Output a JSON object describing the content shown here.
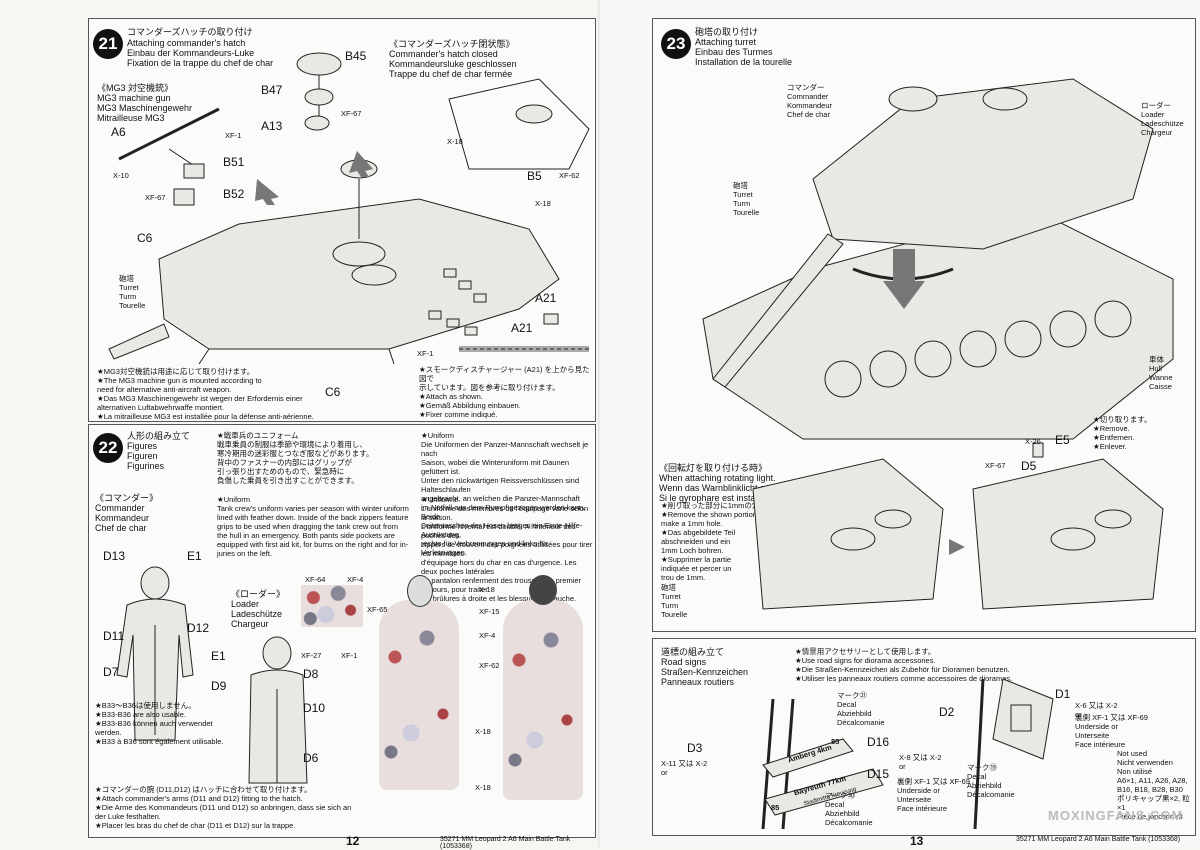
{
  "left_page": {
    "step21": {
      "number": "21",
      "title_jp": "コマンダーズハッチの取り付け",
      "title_en": "Attaching commander's hatch",
      "title_de": "Einbau der Kommandeurs-Luke",
      "title_fr": "Fixation de la trappe du chef de char",
      "closed_title": "《コマンダーズハッチ閉状態》\nCommander's hatch closed\nKommandeursluke geschlossen\nTrappe du chef de char fermée",
      "mg3_title": "《MG3 対空機銃》\nMG3 machine gun\nMG3 Maschinengewehr\nMitrailleuse MG3",
      "parts": [
        "B45",
        "B47",
        "A13",
        "A6",
        "B51",
        "B52",
        "C6",
        "B5",
        "A21",
        "A21",
        "C6"
      ],
      "paints": [
        "XF-67",
        "XF-1",
        "X-10",
        "XF-67",
        "X-18",
        "XF-62",
        "X-18",
        "XF-1"
      ],
      "turret_label": "砲塔\nTurret\nTurm\nTourelle",
      "note_mg3": "★MG3対空機銃は用途に応じて取り付けます。\n★The MG3 machine gun is mounted according to\nneed for alternative anti-aircraft weapon.\n★Das MG3 Maschinengewehr ist wegen der Erfordernis einer\nalternativen Luftabwehrwaffe montiert.\n★La mitrailleuse MG3 est installée pour la défense anti-aérienne.",
      "note_smoke": "★スモークディスチャージャー (A21) を上から見た図で\n示しています。図を参考に取り付けます。\n★Attach as shown.\n★Gemäß Abbildung einbauen.\n★Fixer comme indiqué."
    },
    "step22": {
      "number": "22",
      "title": "人形の組み立て\nFigures\nFiguren\nFigurines",
      "commander_title": "《コマンダー》\nCommander\nKommandeur\nChef de char",
      "loader_title": "《ローダー》\nLoader\nLadeschütze\nChargeur",
      "uniform_jp": "★戦車兵のユニフォーム\n戦車乗員の制服は季節や環境により着用し、\n寒冷期用の迷彩服とつなぎ服などがあります。\n背中のファスナーの内部にはグリップが\n引っ張り出すためのもので、緊急時に\n負傷した乗員を引き出すことができます。",
      "uniform_en": "★Uniform\nTank crew's uniform varies per season with winter uniform\nlined with feather down. Inside of the back zippers feature\ngrips to be used when dragging the tank crew out from\nthe hull in an emergency. Both pants side pockets are\nequipped with first aid kit, for burns on the right and for in-\njuries on the left.",
      "uniform_de": "★Uniform\nDie Uniformen der Panzer-Mannschaft wechselt je nach\nSaison, wobei die Winteruniform mit Daunen gefüttert ist.\nUnter den rückwärtigen Reissverschlüssen sind Halteschlaufen\nangebracht, an welchen die Panzer-Mannschaft\nim Notfall aus dem Rumpf gezogen werden kann. Beide\nSeitentaschen der Hosen bergen ein Erste-Hilfe-Ausrüstung,\nrechts für Verbrennungen und links für Verletzungen.",
      "uniform_fr": "★Uniforme\nL'uniforme des membres de l'équipage varie selon la saison.\nL'uniforme hivernal est doublé. A l'intérieur des poches des\nzippers se trouvent des poignées utilisées pour tirer les membres\nd'équipage hors du char en cas d'urgence. Les deux poches latérales\ndu pantalon renferment des trousses de premier secours, pour traiter\nles brûlures à droite et les blessures à gauche.",
      "parts": [
        "D13",
        "E1",
        "D11",
        "D12",
        "D7",
        "E1",
        "D9",
        "D8",
        "D10",
        "D6"
      ],
      "paints": [
        "XF-64",
        "XF-4",
        "XF-65",
        "XF-27",
        "XF-1",
        "X-18",
        "XF-15",
        "XF-4",
        "XF-62",
        "X-18",
        "X-18"
      ],
      "note_b33": "★B33〜B36は使用しません。\n★B33-B36 are also usable.\n★B33-B36 können auch verwendet\nwerden.\n★B33 à B36 sont également utilisable.",
      "note_arms": "★コマンダーの腕 (D11,D12) はハッチに合わせて取り付けます。\n★Attach commander's arms (D11 and D12) fitting to the hatch.\n★Die Arme des Kommandeurs (D11 und D12) so anbringen, dass sie sich an\nder Luke festhalten.\n★Placer les bras du chef de char (D11 et D12) sur la trappe."
    },
    "page_number": "12"
  },
  "right_page": {
    "step23": {
      "number": "23",
      "title": "砲塔の取り付け\nAttaching turret\nEinbau des Turmes\nInstallation de la tourelle",
      "commander_label": "コマンダー\nCommander\nKommandeur\nChef de char",
      "loader_label": "ローダー\nLoader\nLadeschütze\nChargeur",
      "turret_label": "砲塔\nTurret\nTurm\nTourelle",
      "hull_label": "車体\nHull\nWanne\nCaisse",
      "rotating_light_title": "《回転灯を取り付ける時》\nWhen attaching rotating light.\nWenn das Warnblinklicht angebaut wird.\nSi le gyrophare est installé.",
      "cut_note": "★切り取ります。\n★Remove.\n★Entfernen.\n★Enlever.",
      "hole_note": "★削り取った部分に1mmの穴を開けます。\n★Remove the shown portion and\nmake a 1mm hole.\n★Das abgebildete Teil\nabschneiden und ein\n1mm Loch bohren.\n★Supprimer la partie\nindiquée et percer un\ntrou de 1mm.",
      "turret_label2": "砲塔\nTurret\nTurm\nTourelle",
      "parts": [
        "E5",
        "D5"
      ],
      "paints": [
        "X-26",
        "XF-67"
      ]
    },
    "road_signs": {
      "title": "道標の組み立て\nRoad signs\nStraßen-Kennzeichen\nPanneaux routiers",
      "note": "★情景用アクセサリーとして使用します。\n★Use road signs for diorama accessories.\n★Die Straßen-Kennzeichen als Zubehör für Dioramen benutzen.\n★Utiliser les panneaux routiers comme accessoires de dioramas.",
      "sign1": "Amberg 4km",
      "sign1_num": "85",
      "sign2": "Bayreuth 77km",
      "sign2_num": "85",
      "sign2_sub": "Stadtmitte Kreuzung",
      "decal21": "マーク㉑\nDecal\nAbziehbild\nDécalcomanie",
      "decal20": "マーク⑳\nDecal\nAbziehbild\nDécalcomanie",
      "decal19": "マーク⑲\nDecal\nAbziehbild\nDécalcomanie",
      "parts": [
        "D3",
        "D16",
        "D15",
        "D2",
        "D1"
      ],
      "paint_x11": "X-11 又は X-2\nor",
      "paint_x8": "X-8 又は X-2\nor",
      "paint_x6": "X-6 又は X-2\nor",
      "underside1": "裏側 XF-1 又は XF-69\nUnderside    or\nUnterseite\nFace intérieure",
      "underside2": "裏側 XF-1 又は XF-69\nUnderside    or\nUnterseite\nFace intérieure",
      "runner_note": "Not used\nNicht verwenden\nNon utilisé\nA6×1, A11, A26, A28,\nB16, B18, B28, B30\nポリキャップ黒×2, 粒×1\nPièce de jonction×3"
    },
    "page_number": "13",
    "footer": "35271  MM Leopard 2 A6 Main Battle Tank (1053368)",
    "watermark": "MOXINGFANS.COM"
  },
  "left_footer": "35271  MM Leopard 2 A6 Main Battle Tank (1053368)"
}
